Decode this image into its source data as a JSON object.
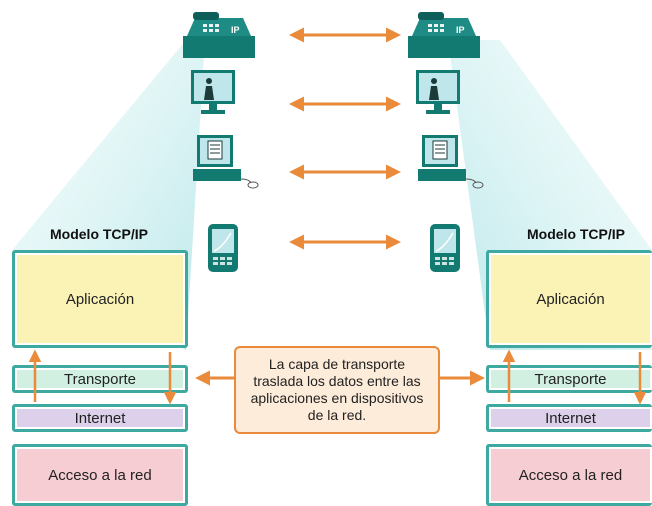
{
  "left_model": {
    "title": "Modelo TCP/IP",
    "layers": {
      "application": "Aplicación",
      "transport": "Transporte",
      "internet": "Internet",
      "access": "Acceso a la red"
    }
  },
  "right_model": {
    "title": "Modelo TCP/IP",
    "layers": {
      "application": "Aplicación",
      "transport": "Transporte",
      "internet": "Internet",
      "access": "Acceso a la red"
    }
  },
  "callout": {
    "text": "La capa de transporte\ntraslada los datos entre las\naplicaciones en dispositivos\nde la red."
  },
  "device_icons": [
    "ip-phone-icon",
    "video-monitor-icon",
    "desktop-computer-icon",
    "smartphone-icon"
  ],
  "phone_badge": "IP",
  "colors": {
    "teal_border": "#3ea9a0",
    "arrow_orange": "#e98b3a",
    "beam": "#bfe8ea",
    "application_fill": "#fbf3b6",
    "transport_fill": "#d2f0e2",
    "internet_fill": "#ddd0ea",
    "access_fill": "#f6cdd2",
    "callout_fill": "#fdecd9"
  }
}
